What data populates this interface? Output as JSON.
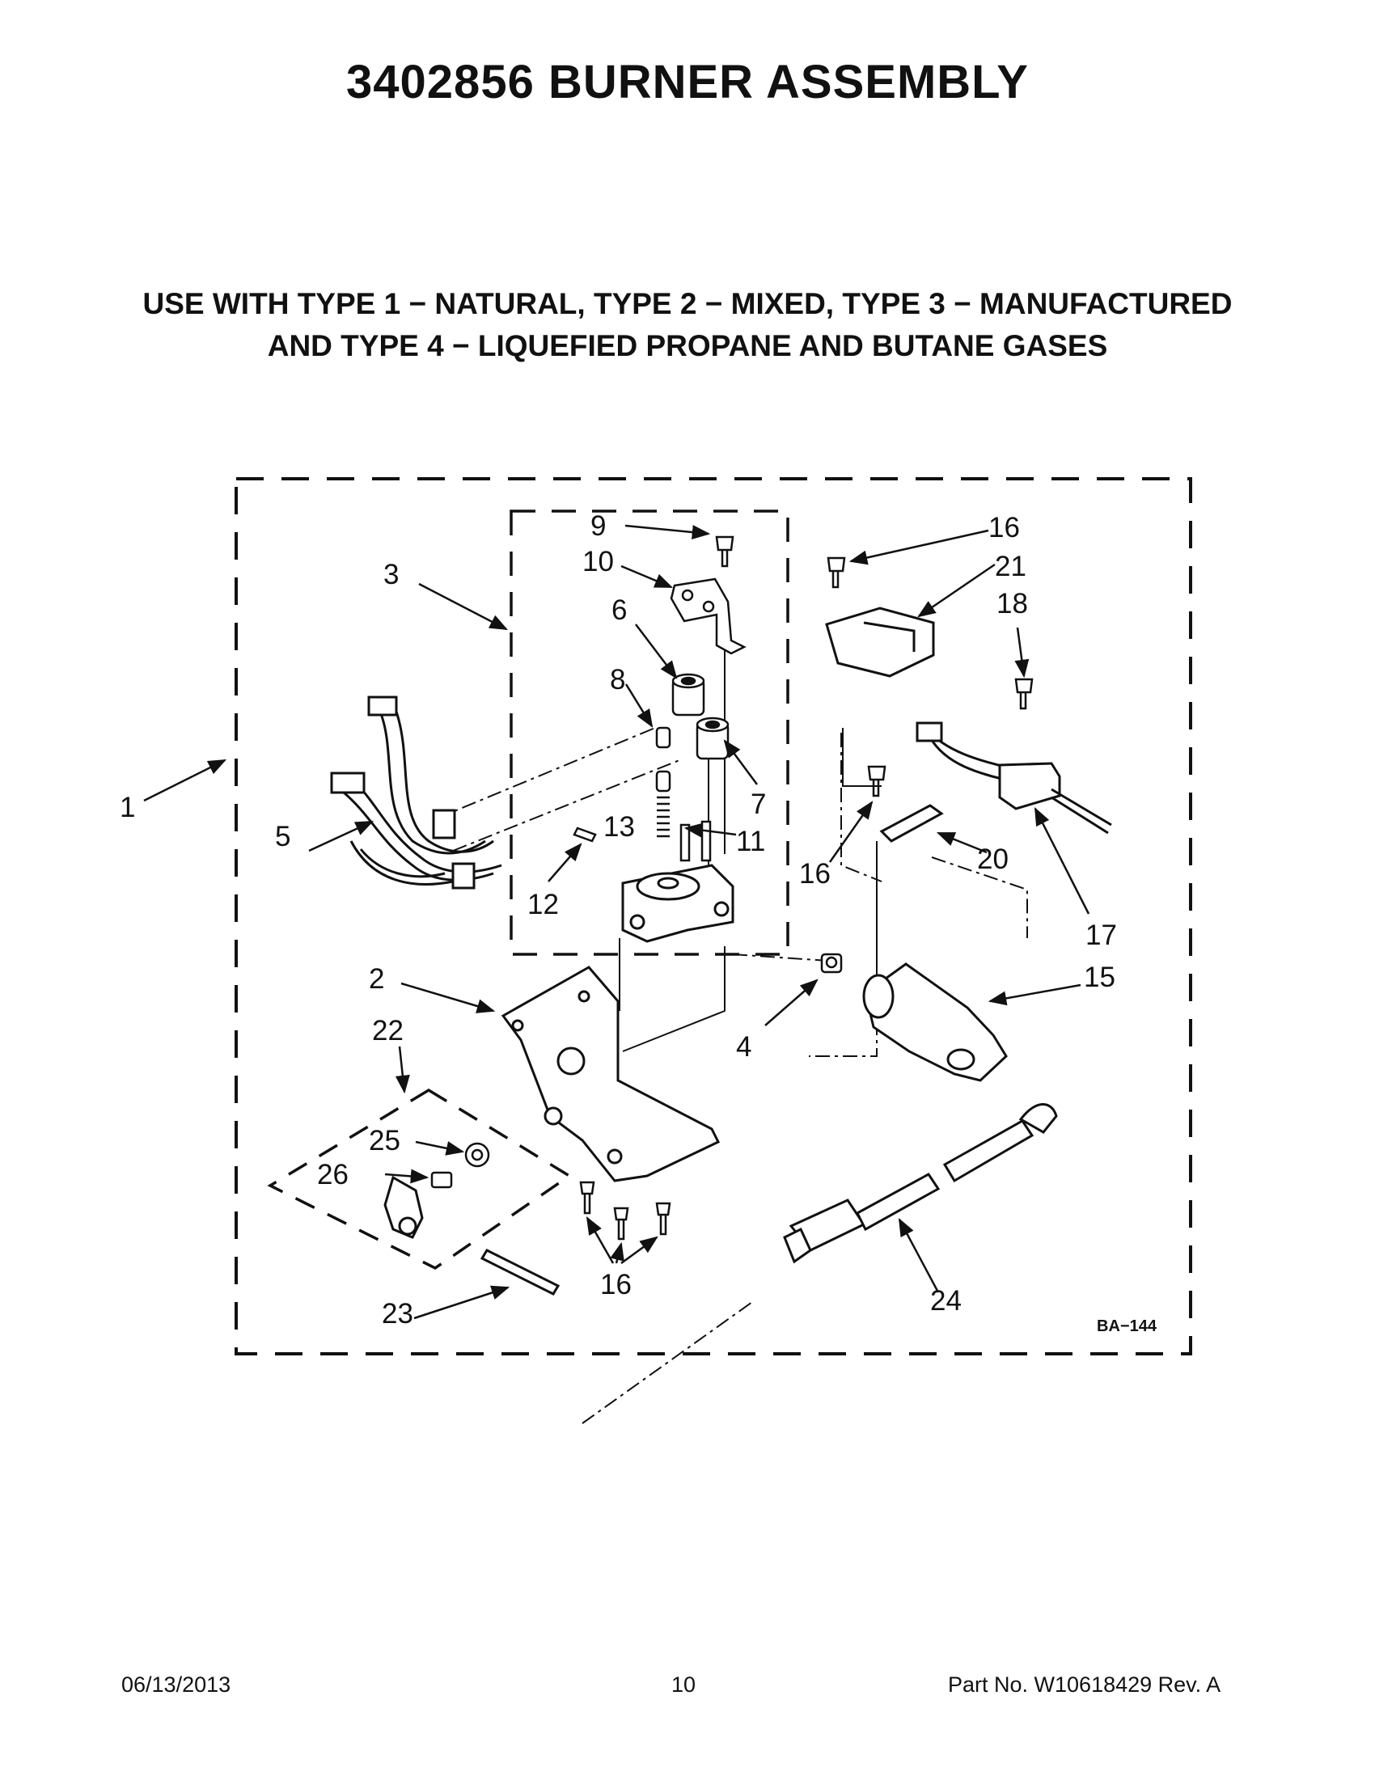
{
  "title": "3402856 BURNER ASSEMBLY",
  "subtitle": {
    "line1": "USE WITH TYPE 1 − NATURAL, TYPE 2 − MIXED, TYPE 3 − MANUFACTURED",
    "line2": "AND TYPE 4 − LIQUEFIED PROPANE AND BUTANE GASES"
  },
  "diagram": {
    "code": "BA−144",
    "callouts": {
      "c1": "1",
      "c2": "2",
      "c3": "3",
      "c4": "4",
      "c5": "5",
      "c6": "6",
      "c7": "7",
      "c8": "8",
      "c9": "9",
      "c10": "10",
      "c11": "11",
      "c12": "12",
      "c13": "13",
      "c15": "15",
      "c16a": "16",
      "c16b": "16",
      "c16c": "16",
      "c17": "17",
      "c18": "18",
      "c20": "20",
      "c21": "21",
      "c22": "22",
      "c23": "23",
      "c24": "24",
      "c25": "25",
      "c26": "26"
    }
  },
  "footer": {
    "date": "06/13/2013",
    "page": "10",
    "part": "Part No.  W10618429  Rev.  A"
  }
}
